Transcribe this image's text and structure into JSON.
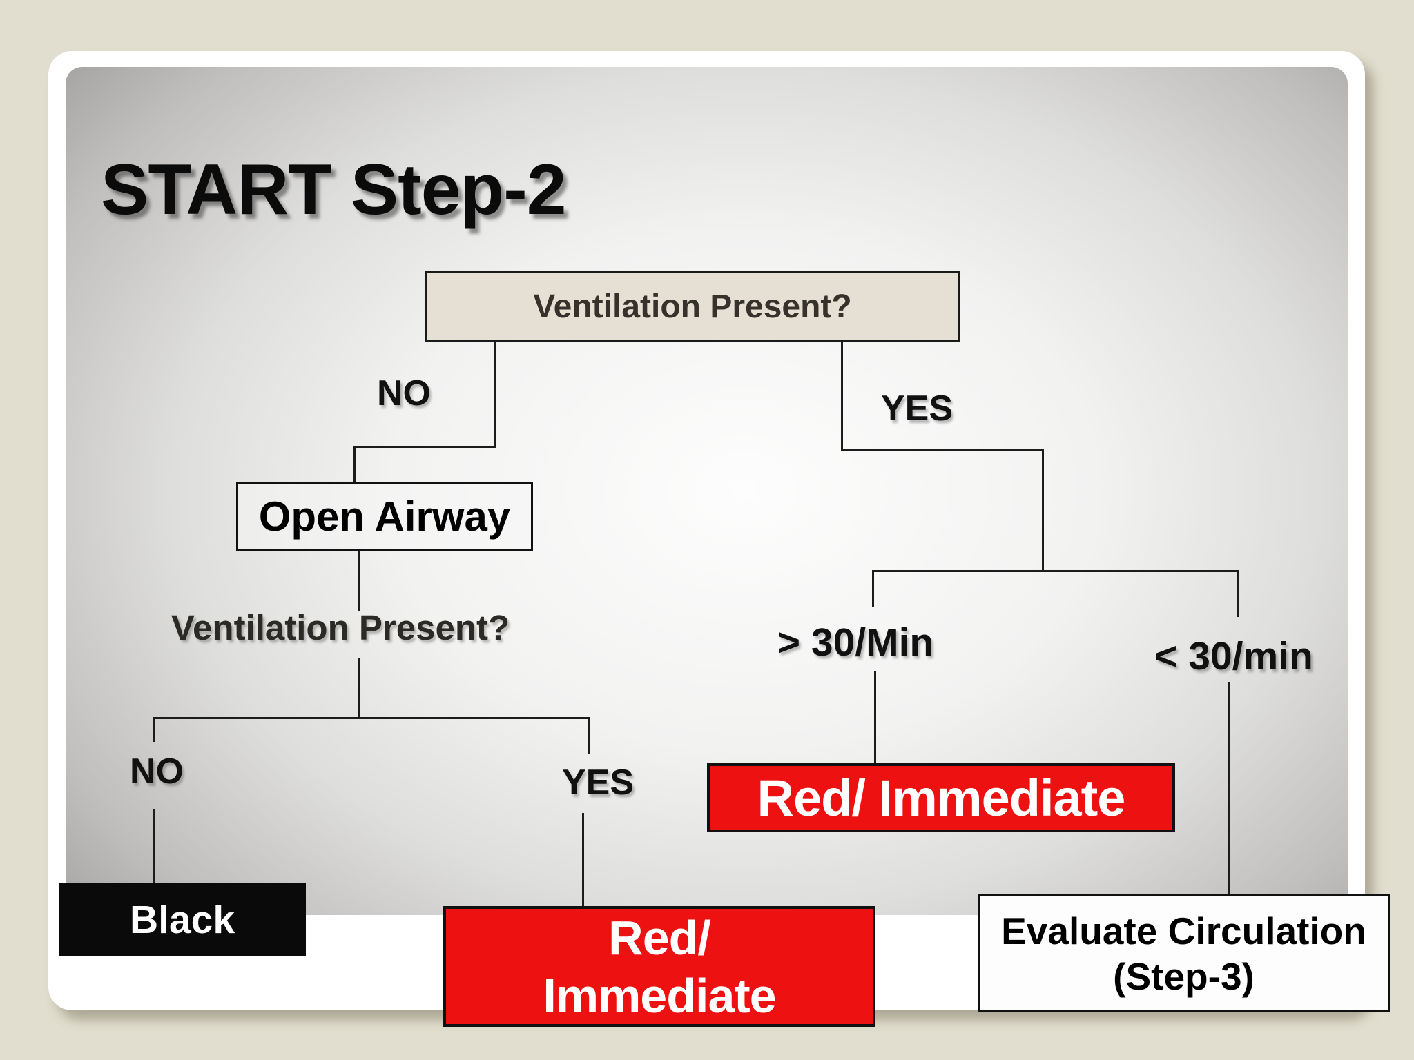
{
  "slide": {
    "title": "START Step-2",
    "colors": {
      "page_background": "#e1decf",
      "card_background": "#ffffff",
      "slide_gradient_center": "#fdfdfd",
      "slide_gradient_edge": "#a09e9c",
      "beige_box_fill": "#e5e0d3",
      "red_box_fill": "#ee1111",
      "black_box_fill": "#0a0a0a",
      "white_box_fill": "#fdfdfd",
      "line_color": "#1c1c1c",
      "text_dark": "#0b0b0b",
      "text_white": "#ffffff"
    }
  },
  "flowchart": {
    "root_box": {
      "label": "Ventilation Present?"
    },
    "root_no_label": "NO",
    "root_yes_label": "YES",
    "open_airway_box": {
      "label": "Open Airway"
    },
    "recheck_label": "Ventilation Present?",
    "recheck_no_label": "NO",
    "recheck_yes_label": "YES",
    "rate_high_label": "> 30/Min",
    "rate_low_label": "< 30/min",
    "black_box": {
      "label": "Black"
    },
    "red_immediate_right_box": {
      "label": "Red/ Immediate"
    },
    "red_immediate_bottom_box": {
      "line1": "Red/",
      "line2": "Immediate"
    },
    "evaluate_box": {
      "line1": "Evaluate Circulation",
      "line2": "(Step-3)"
    }
  }
}
